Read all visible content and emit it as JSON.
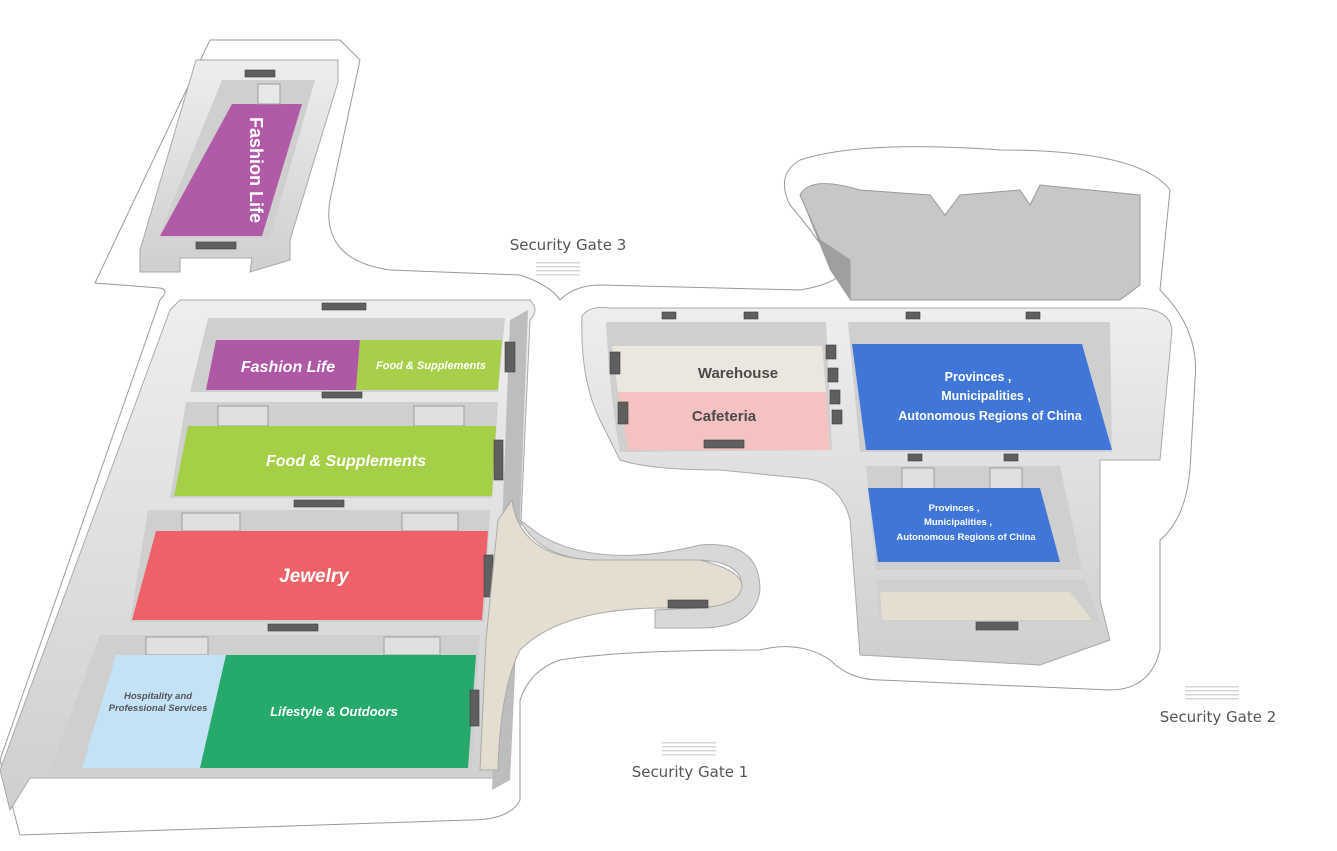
{
  "zones": {
    "fashion_life_north": {
      "label": "Fashion Life",
      "color": "#b05aa8"
    },
    "fashion_life": {
      "label": "Fashion Life",
      "color": "#ae58a6"
    },
    "food_supplements_small": {
      "label": "Food & Supplements",
      "color": "#a8cf4a"
    },
    "food_supplements": {
      "label": "Food & Supplements",
      "color": "#a6cf48"
    },
    "jewelry": {
      "label": "Jewelry",
      "color": "#ef6168"
    },
    "hospitality": {
      "label_line1": "Hospitality  and",
      "label_line2": "Professional Services",
      "color": "#c3e2f6"
    },
    "lifestyle_outdoors": {
      "label": "Lifestyle & Outdoors",
      "color": "#25aa6c"
    },
    "warehouse": {
      "label": "Warehouse",
      "color": "#ebe7df"
    },
    "cafeteria": {
      "label": "Cafeteria",
      "color": "#f4c2c0"
    },
    "provinces_large": {
      "label_line1": "Provinces ,",
      "label_line2": "Municipalities ,",
      "label_line3": "Autonomous Regions of China",
      "color": "#3f76d8"
    },
    "provinces_small": {
      "label_line1": "Provinces ,",
      "label_line2": "Municipalities ,",
      "label_line3": "Autonomous Regions of China",
      "color": "#3f76d8"
    }
  },
  "gates": {
    "gate1": "Security Gate 1",
    "gate2": "Security Gate 2",
    "gate3": "Security Gate 3"
  },
  "colors": {
    "wall": "#dcdcdc",
    "wall_shadow": "#b8b8b8",
    "corridor": "#e4ded0",
    "outline": "#9a9a9a"
  }
}
